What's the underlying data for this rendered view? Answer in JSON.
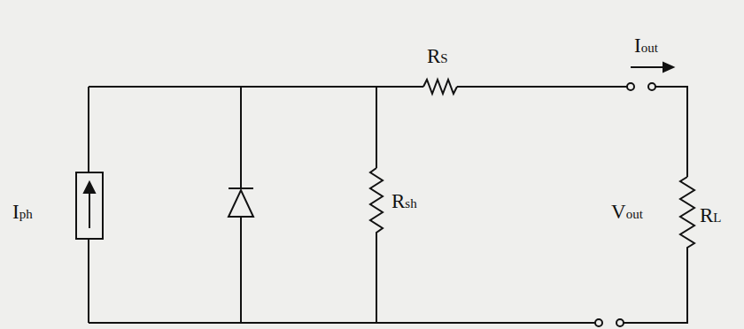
{
  "diagram": {
    "labels": [
      "Iph",
      "RS",
      "Iout",
      "Rsh",
      "Vout",
      "RL"
    ]
  }
}
